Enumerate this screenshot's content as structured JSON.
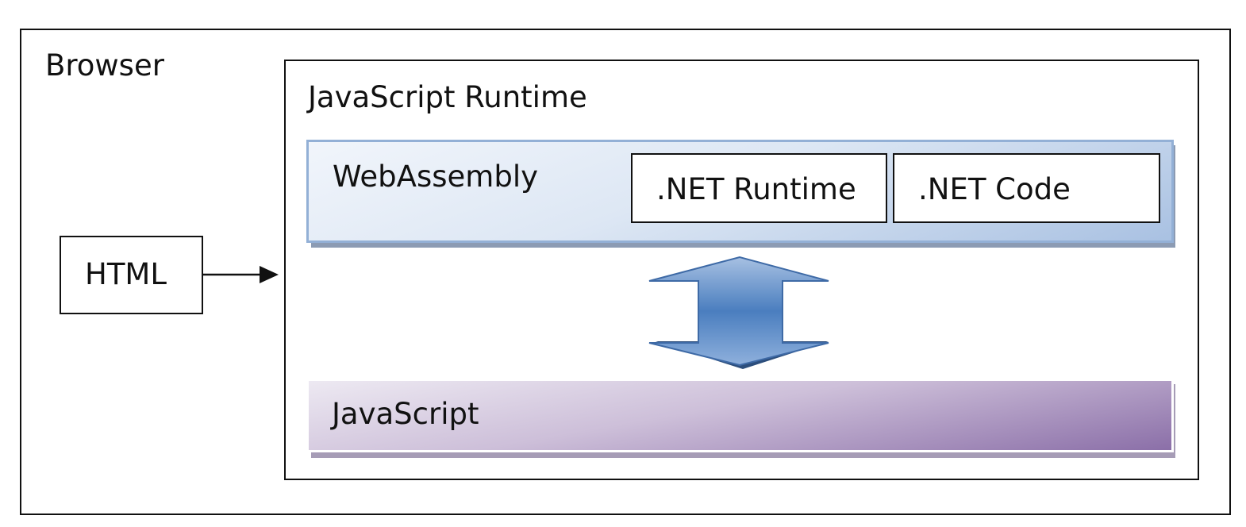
{
  "diagram": {
    "browser": {
      "label": "Browser"
    },
    "html": {
      "label": "HTML"
    },
    "javascript_runtime": {
      "label": "JavaScript Runtime",
      "webassembly": {
        "label": "WebAssembly",
        "components": [
          {
            "label": ".NET Runtime"
          },
          {
            "label": ".NET Code"
          }
        ]
      },
      "javascript": {
        "label": "JavaScript"
      }
    },
    "connections": [
      {
        "from": "HTML",
        "to": "JavaScript Runtime",
        "type": "one-way-arrow"
      },
      {
        "from": "WebAssembly",
        "to": "JavaScript",
        "type": "two-way-arrow"
      }
    ]
  },
  "colors": {
    "border": "#111111",
    "webassembly_fill": "#a9c1e2",
    "javascript_fill": "#8b6fa8",
    "arrow_fill": "#4a7ebf"
  }
}
